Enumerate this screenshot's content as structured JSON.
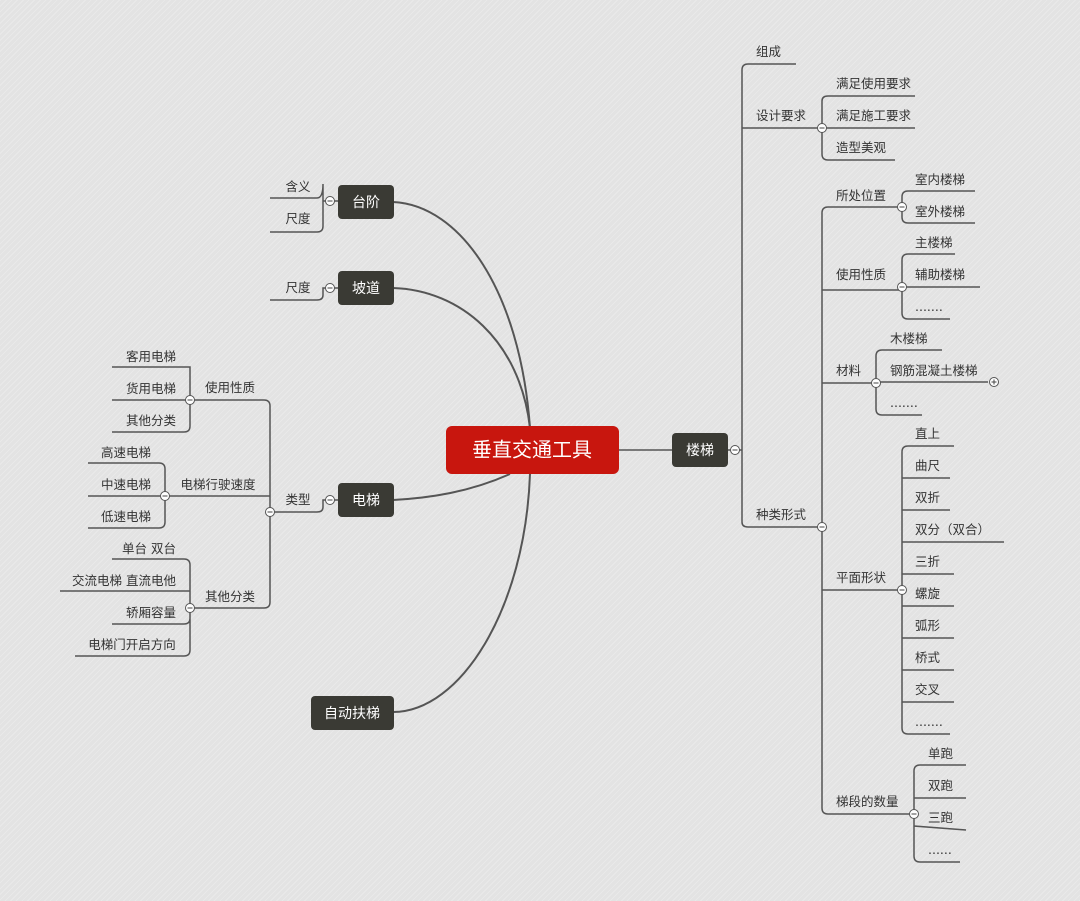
{
  "root": {
    "label": "垂直交通工具"
  },
  "topics": {
    "taijie": {
      "label": "台阶"
    },
    "podao": {
      "label": "坡道"
    },
    "dianti": {
      "label": "电梯"
    },
    "futi": {
      "label": "自动扶梯"
    },
    "louti": {
      "label": "楼梯"
    }
  },
  "nodes": {
    "taijie_hanyi": "含义",
    "taijie_chidu": "尺度",
    "podao_chidu": "尺度",
    "dt_leixing": "类型",
    "dt_shiyong": "使用性质",
    "dt_keyong": "客用电梯",
    "dt_huoyong": "货用电梯",
    "dt_qita1": "其他分类",
    "dt_sudu": "电梯行驶速度",
    "dt_gaosu": "高速电梯",
    "dt_zhongsu": "中速电梯",
    "dt_disu": "低速电梯",
    "dt_qita2": "其他分类",
    "dt_dantai": "单台 双台",
    "dt_jiaoliu": "交流电梯 直流电他",
    "dt_jiaoxiang": "轿厢容量",
    "dt_men": "电梯门开启方向",
    "lt_zucheng": "组成",
    "lt_sheji": "设计要求",
    "lt_shiyong_req": "满足使用要求",
    "lt_shigong_req": "满足施工要求",
    "lt_meiguan": "造型美观",
    "lt_zhonglei": "种类形式",
    "lt_suochu": "所处位置",
    "lt_shinei": "室内楼梯",
    "lt_shiwai": "室外楼梯",
    "lt_xingzhi": "使用性质",
    "lt_zhu": "主楼梯",
    "lt_fuzhu": "辅助楼梯",
    "lt_xingzhi_more": ".......",
    "lt_cailiao": "材料",
    "lt_mu": "木楼梯",
    "lt_gangjin": "钢筋混凝土楼梯",
    "lt_cailiao_more": ".......",
    "lt_pingmian": "平面形状",
    "lt_zhishang": "直上",
    "lt_quchi": "曲尺",
    "lt_shuangzhe": "双折",
    "lt_shuangfen": "双分（双合）",
    "lt_sanzhe": "三折",
    "lt_luoxuan": "螺旋",
    "lt_huxing": "弧形",
    "lt_qiaoshi": "桥式",
    "lt_jiaocha": "交叉",
    "lt_pingmian_more": ".......",
    "lt_tiduan": "梯段的数量",
    "lt_danpao": "单跑",
    "lt_shuangpao": "双跑",
    "lt_sanpao": "三跑",
    "lt_tiduan_more": "......"
  },
  "colors": {
    "root": "#c8160e",
    "topic": "#3a3a34",
    "line": "#555555",
    "text": "#333333",
    "background": "#e3e3e3"
  }
}
